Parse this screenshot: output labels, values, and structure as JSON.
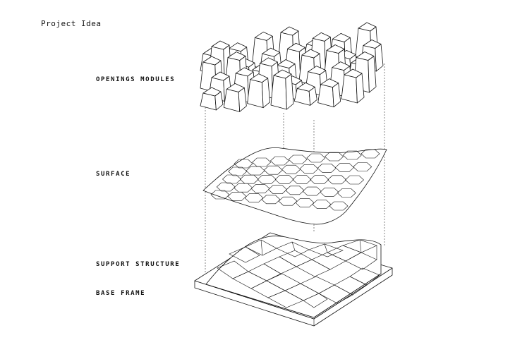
{
  "title": "Project Idea",
  "layers": {
    "openings": "OPENINGS MODULES",
    "surface": "SURFACE",
    "support": "SUPPORT STRUCTURE",
    "base": "BASE FRAME"
  }
}
